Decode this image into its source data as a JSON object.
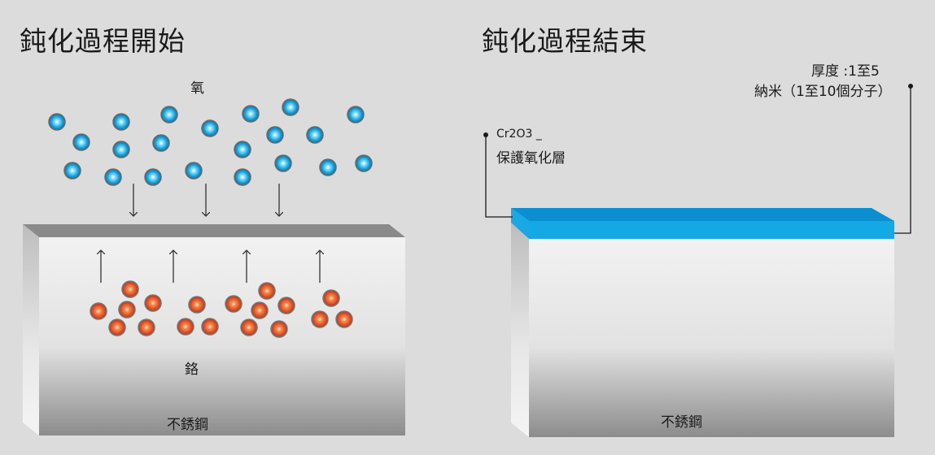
{
  "left_panel": {
    "title": "鈍化過程開始",
    "oxygen_label": "氧",
    "chromium_label": "鉻",
    "steel_label": "不銹鋼"
  },
  "right_panel": {
    "title": "鈍化過程結束",
    "oxide_formula": "Cr2O3 _",
    "oxide_label": "保護氧化層",
    "thickness_line1": "厚度 :1至5",
    "thickness_line2": "納米（1至10個分子）",
    "steel_label": "不銹鋼"
  },
  "colors": {
    "oxygen_atom": "#1ea8e0",
    "chromium_atom": "#e8582a",
    "oxide_layer": "#12a9e6",
    "steel_face": "#e6e6e6"
  }
}
